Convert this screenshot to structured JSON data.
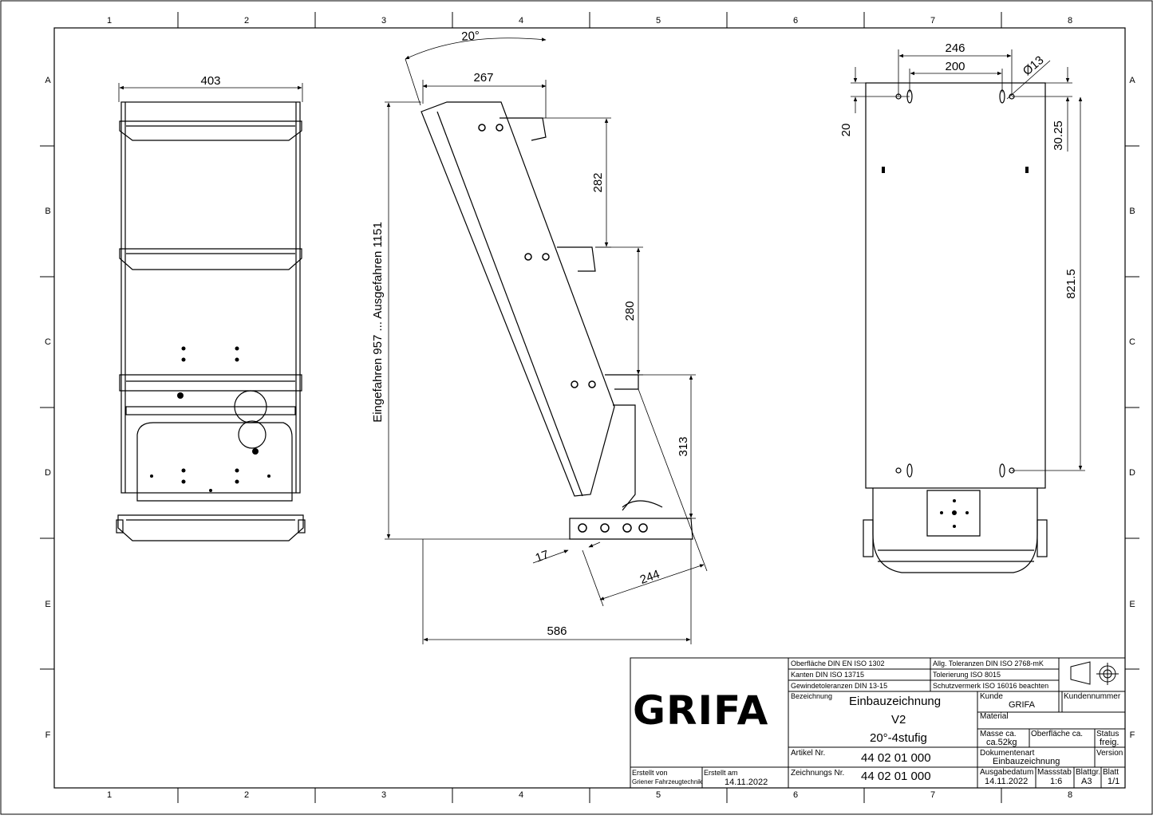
{
  "border": {
    "columns": [
      "1",
      "2",
      "3",
      "4",
      "5",
      "6",
      "7",
      "8"
    ],
    "rows": [
      "A",
      "B",
      "C",
      "D",
      "E",
      "F"
    ]
  },
  "dimensions": {
    "front_width": "403",
    "angle": "20°",
    "side_top": "267",
    "side_282": "282",
    "side_280": "280",
    "side_313": "313",
    "side_17": "17",
    "side_244": "244",
    "side_586": "586",
    "height_note": "Eingefahren 957 ... Ausgefahren 1151",
    "back_246": "246",
    "back_200": "200",
    "back_dia": "Ø13",
    "back_20": "20",
    "back_3025": "30.25",
    "back_8215": "821.5"
  },
  "title_block": {
    "logo": "GRIFA",
    "surface_std": "Oberfläche DIN EN ISO 1302",
    "tolerance_std": "Allg. Toleranzen DIN ISO 2768-mK",
    "edges_std": "Kanten DIN ISO 13715",
    "tolerancing_std": "Tolerierung ISO 8015",
    "thread_std": "Gewindetoleranzen DIN 13-15",
    "protection_std": "Schutzvermerk ISO 16016 beachten",
    "bezeichnung_label": "Bezeichnung",
    "bezeichnung_1": "Einbauzeichnung",
    "bezeichnung_2": "V2",
    "bezeichnung_3": "20°-4stufig",
    "kunde_label": "Kunde",
    "kunde_value": "GRIFA",
    "kundennummer_label": "Kundennummer",
    "material_label": "Material",
    "masse_label": "Masse ca.",
    "masse_value": "ca.52kg",
    "oberflaeche_label": "Oberfläche ca.",
    "status_label": "Status",
    "status_value": "freig.",
    "artikel_label": "Artikel Nr.",
    "artikel_value": "44 02 01 000",
    "dokumentenart_label": "Dokumentenart",
    "dokumentenart_value": "Einbauzeichnung",
    "version_label": "Version",
    "zeichnungs_label": "Zeichnungs Nr.",
    "zeichnungs_value": "44 02 01 000",
    "ausgabe_label": "Ausgabedatum",
    "ausgabe_value": "14.11.2022",
    "massstab_label": "Massstab",
    "massstab_value": "1:6",
    "blattgr_label": "Blattgr.",
    "blattgr_value": "A3",
    "blatt_label": "Blatt",
    "blatt_value": "1/1",
    "erstellt_von_label": "Erstellt von",
    "erstellt_von_value": "Griener Fahrzeugtechnik",
    "erstellt_am_label": "Erstellt am",
    "erstellt_am_value": "14.11.2022"
  }
}
